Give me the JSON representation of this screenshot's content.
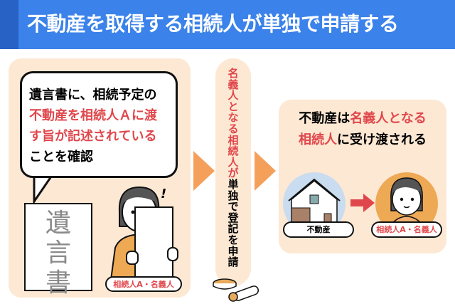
{
  "header": {
    "title": "不動産を取得する相続人が単独で申請する"
  },
  "left": {
    "bubble_lines": [
      {
        "text": "遺言書に、相続予定の",
        "color": "black"
      },
      {
        "text": "不動産を相続人Ａに渡",
        "color": "red"
      },
      {
        "text": "す旨が記述されている",
        "color": "red"
      },
      {
        "text": "ことを確認",
        "color": "black"
      }
    ],
    "will_label": "遺言書",
    "person_label": "相続人A・名義人",
    "exclamation": "!"
  },
  "middle": {
    "red_text": "名義人となる相続人が",
    "black_text": "単独で登記を申請"
  },
  "right": {
    "line1_black": "不動産は",
    "line1_red": "名義人となる",
    "line2_red": "相続人",
    "line2_black": "に受け渡される",
    "house_label": "不動産",
    "person_label": "相続人A・名義人"
  },
  "colors": {
    "header": "#3b82ea",
    "accent_red": "#e0474c",
    "panel": "#fde8d3",
    "arrow": "#f5a05a"
  }
}
